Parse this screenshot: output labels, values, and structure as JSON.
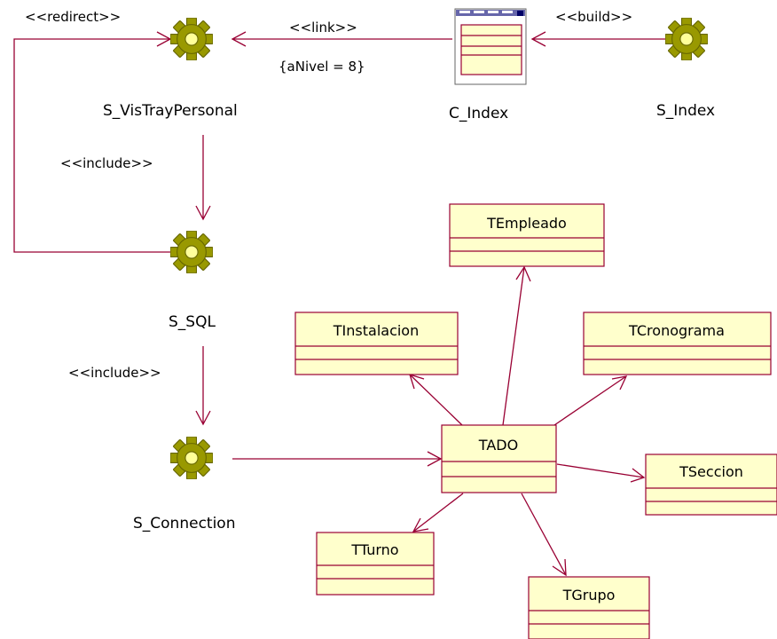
{
  "colors": {
    "line": "#990033",
    "class_fill": "#ffffcc",
    "class_border": "#990033",
    "gear_fill": "#999900",
    "gear_hole": "#ffff99"
  },
  "servers": {
    "s_vistraypersonal": "S_VisTrayPersonal",
    "s_index": "S_Index",
    "s_sql": "S_SQL",
    "s_connection": "S_Connection"
  },
  "client_pages": {
    "c_index": "C_Index"
  },
  "classes": {
    "templeado": "TEmpleado",
    "tinstalacion": "TInstalacion",
    "tcronograma": "TCronograma",
    "tado": "TADO",
    "tseccion": "TSeccion",
    "tturno": "TTurno",
    "tgrupo": "TGrupo"
  },
  "relations": {
    "redirect": "<<redirect>>",
    "link": "<<link>>",
    "link_param": "{aNivel = 8}",
    "build": "<<build>>",
    "include_sql": "<<include>>",
    "include_connection": "<<include>>"
  }
}
